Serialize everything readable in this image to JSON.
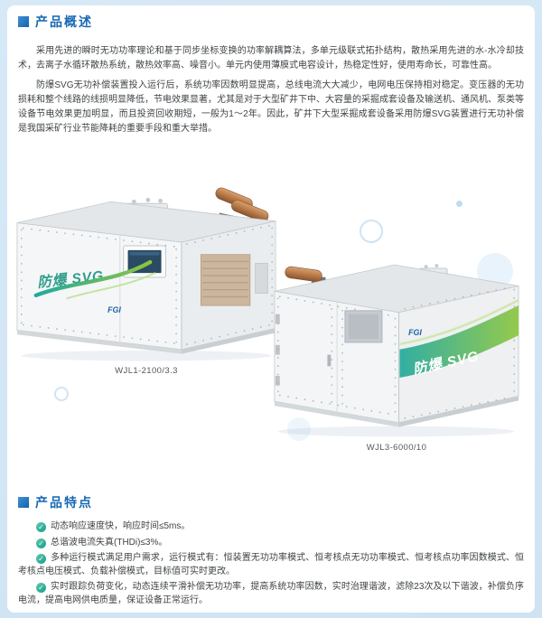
{
  "colors": {
    "accent_blue": "#1668b3",
    "feature_green": "#139e8c",
    "swoosh_green": "#8dc63f",
    "device_text_green": "#2f9e8c",
    "brand_blue": "#1b5fa8"
  },
  "icons": {
    "check": "✓"
  },
  "overview": {
    "title": "产品概述",
    "paragraphs": [
      "采用先进的瞬时无功功率理论和基于同步坐标变换的功率解耦算法，多单元级联式拓扑结构，散热采用先进的水-水冷却技术，去离子水循环散热系统，散热效率高、噪音小。单元内使用薄膜式电容设计，热稳定性好，使用寿命长，可靠性高。",
      "防爆SVG无功补偿装置投入运行后，系统功率因数明显提高，总线电流大大减少，电网电压保持相对稳定。变压器的无功损耗和整个线路的线损明显降低，节电效果显著，尤其是对于大型矿井下中、大容量的采掘成套设备及输送机、通风机、泵类等设备节电效果更加明显，而且投资回收期短，一般为1～2年。因此，矿井下大型采掘成套设备采用防爆SVG装置进行无功补偿是我国采矿行业节能降耗的重要手段和重大举措。"
    ]
  },
  "products": [
    {
      "caption": "WJL1-2100/3.3",
      "device_label": "防爆 SVG",
      "brand": "FGI"
    },
    {
      "caption": "WJL3-6000/10",
      "device_label": "防爆 SVG",
      "brand": "FGI"
    }
  ],
  "features": {
    "title": "产品特点",
    "items": [
      "动态响应速度快，响应时间≤5ms。",
      "总谐波电流失真(THDi)≤3%。",
      "多种运行模式满足用户需求，运行模式有：恒装置无功功率模式、恒考核点无功功率模式、恒考核点功率因数模式、恒考核点电压模式、负载补偿模式，目标值可实时更改。",
      "实时跟踪负荷变化，动态连续平滑补偿无功功率，提高系统功率因数，实时治理谐波，滤除23次及以下谐波，补偿负序电流，提高电网供电质量，保证设备正常运行。"
    ]
  }
}
